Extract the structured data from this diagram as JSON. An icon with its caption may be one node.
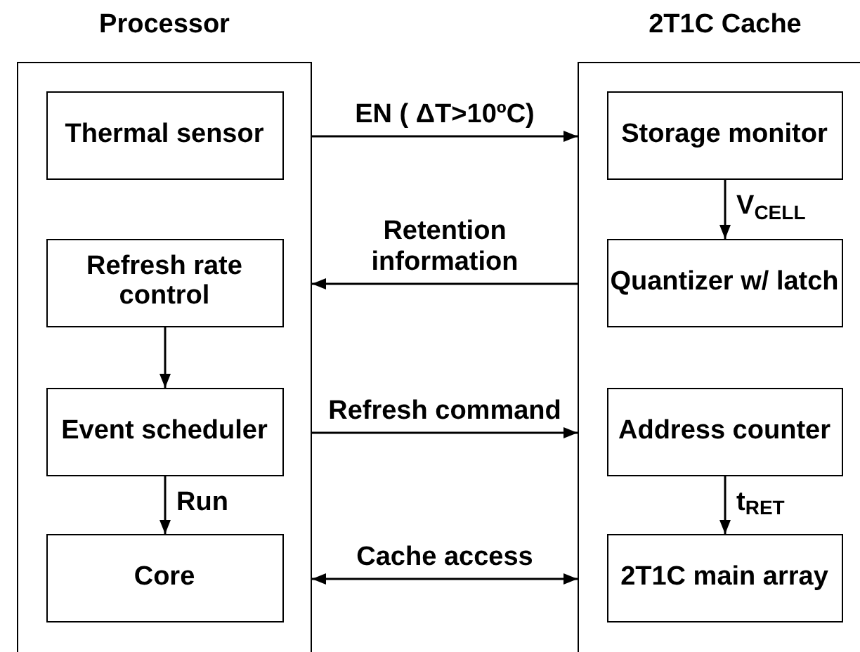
{
  "diagram": {
    "nodes": [
      {
        "text": [
          "Processor"
        ]
      },
      {
        "text": [
          "Thermal sensor"
        ],
        "in": 0
      },
      {
        "text": [
          "Refresh rate control"
        ],
        "in": 0
      },
      {
        "text": [
          "Event scheduler"
        ],
        "in": 0
      },
      {
        "text": [
          "Core"
        ],
        "in": 0
      },
      {
        "text": [
          "2T1C Cache"
        ]
      },
      {
        "text": [
          "Storage monitor"
        ],
        "in": 5
      },
      {
        "text": [
          "Quantizer w/ latch"
        ],
        "in": 5
      },
      {
        "text": [
          "Address counter"
        ],
        "in": 5
      },
      {
        "text": [
          "2T1C main array"
        ],
        "in": 5
      }
    ],
    "edges": [
      {
        "from": 0,
        "to": 5,
        "arrow": "to",
        "label": "EN ( ΔT>10ºC)"
      },
      {
        "from": 5,
        "to": 0,
        "arrow": "to",
        "label": "Retention information"
      },
      {
        "from": 0,
        "to": 5,
        "arrow": "to",
        "label": "Refresh command"
      },
      {
        "from": 0,
        "to": 5,
        "arrow": "both",
        "label": "Cache access"
      },
      {
        "from": 2,
        "to": 3,
        "arrow": "to"
      },
      {
        "from": 3,
        "to": 4,
        "arrow": "to",
        "label": "Run"
      },
      {
        "from": 6,
        "to": 7,
        "arrow": "to",
        "label": "V$_{CELL}$"
      },
      {
        "from": 8,
        "to": 9,
        "arrow": "to",
        "label": "t$_{RET}$"
      }
    ]
  }
}
